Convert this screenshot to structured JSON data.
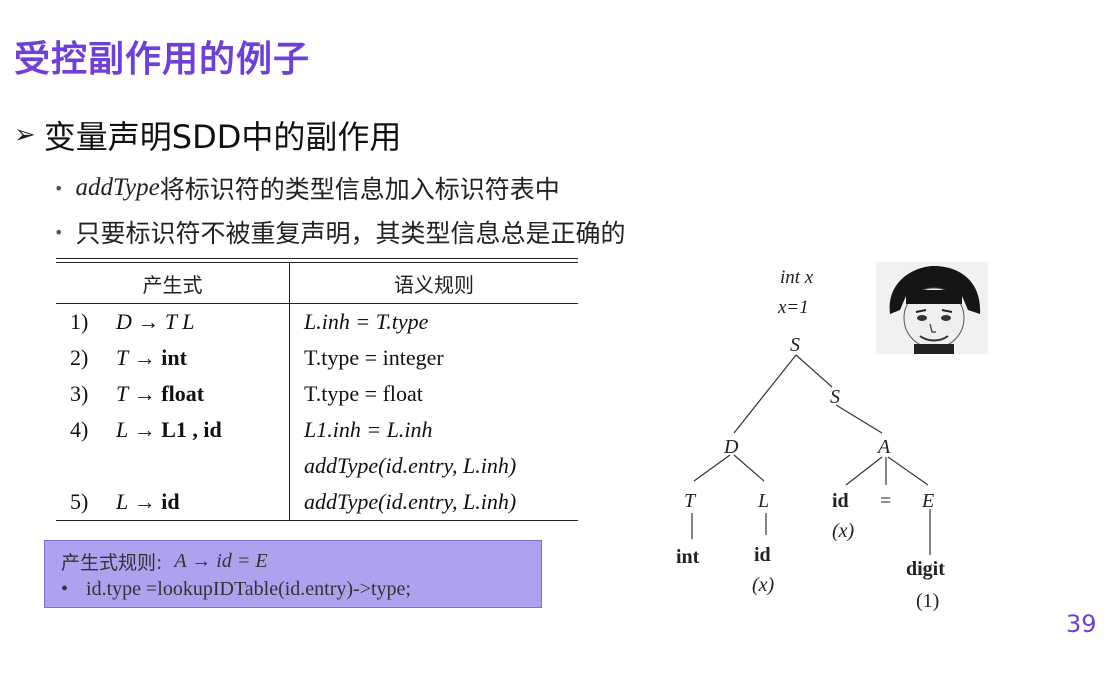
{
  "slide": {
    "title": "受控副作用的例子",
    "page_number": "39"
  },
  "bullets": {
    "main": "变量声明SDD中的副作用",
    "sub1_italic": "addType",
    "sub1_rest": "将标识符的类型信息加入标识符表中",
    "sub2": "只要标识符不被重复声明，其类型信息总是正确的"
  },
  "table": {
    "headers": [
      "产生式",
      "语义规则"
    ],
    "rows": [
      {
        "num": "1)",
        "lhs": "D",
        "rhs": "T L",
        "rule": "L.inh = T.type"
      },
      {
        "num": "2)",
        "lhs": "T",
        "rhs": "int",
        "rule": "T.type = integer"
      },
      {
        "num": "3)",
        "lhs": "T",
        "rhs": "float",
        "rule": "T.type = float"
      },
      {
        "num": "4)",
        "lhs": "L",
        "rhs": "L1 , id",
        "rule": "L1.inh = L.inh"
      },
      {
        "num": "",
        "lhs": "",
        "rhs": "",
        "rule": "addType(id.entry, L.inh)"
      },
      {
        "num": "5)",
        "lhs": "L",
        "rhs": "id",
        "rule": "addType(id.entry, L.inh)"
      }
    ]
  },
  "callout": {
    "label": "产生式规则:",
    "production": "A → id = E",
    "bullet": "•",
    "rule": "id.type =lookupIDTable(id.entry)->type;"
  },
  "tree": {
    "code_line1": "int x",
    "code_line2": "x=1",
    "nodes": {
      "S_root": "S",
      "S_child": "S",
      "D": "D",
      "A": "A",
      "T": "T",
      "L": "L",
      "id_A": "id",
      "eq": "=",
      "E": "E",
      "x_A": "(x)",
      "int": "int",
      "id_L": "id",
      "x_L": "(x)",
      "digit": "digit",
      "one": "(1)"
    }
  }
}
